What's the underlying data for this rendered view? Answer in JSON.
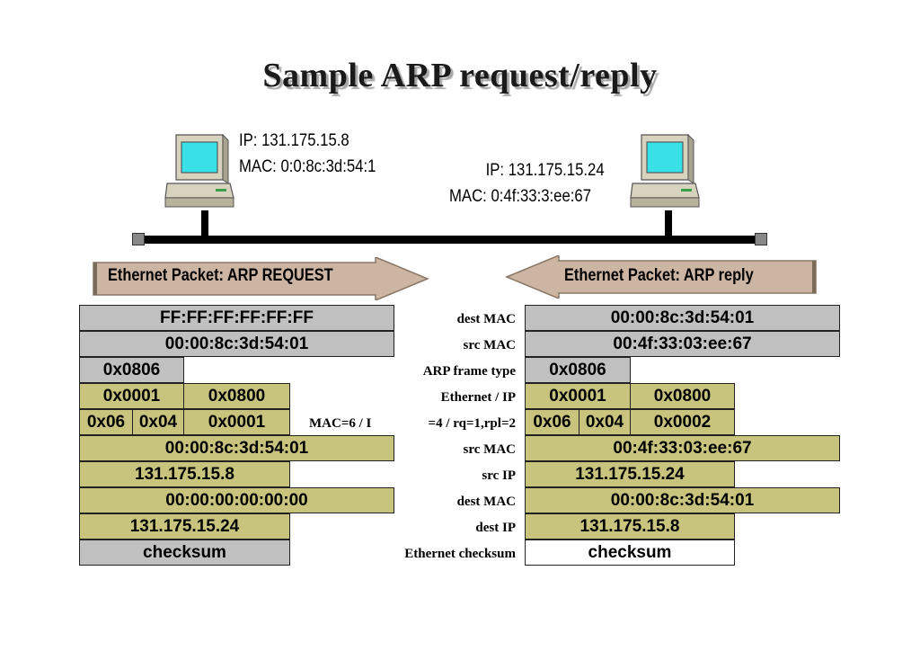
{
  "title": "Sample ARP request/reply",
  "host_left": {
    "ip": "IP: 131.175.15.8",
    "mac": "MAC:  0:0:8c:3d:54:1"
  },
  "host_right": {
    "ip": "IP: 131.175.15.24",
    "mac": "MAC:  0:4f:33:3:ee:67"
  },
  "banner_request": "Ethernet Packet: ARP REQUEST",
  "banner_reply": "Ethernet Packet: ARP reply",
  "request": {
    "dest_mac": "FF:FF:FF:FF:FF:FF",
    "src_mac": "00:00:8c:3d:54:01",
    "frame_type": "0x0806",
    "hw_type": "0x0001",
    "proto_type": "0x0800",
    "hw_len": "0x06",
    "proto_len": "0x04",
    "op": "0x0001",
    "arp_src_mac": "00:00:8c:3d:54:01",
    "src_ip": "131.175.15.8",
    "arp_dest_mac": "00:00:00:00:00:00",
    "dest_ip": "131.175.15.24",
    "checksum": "checksum"
  },
  "reply": {
    "dest_mac": "00:00:8c:3d:54:01",
    "src_mac": "00:4f:33:03:ee:67",
    "frame_type": "0x0806",
    "hw_type": "0x0001",
    "proto_type": "0x0800",
    "hw_len": "0x06",
    "proto_len": "0x04",
    "op": "0x0002",
    "arp_src_mac": "00:4f:33:03:ee:67",
    "src_ip": "131.175.15.24",
    "arp_dest_mac": "00:00:8c:3d:54:01",
    "dest_ip": "131.175.15.8",
    "checksum": "checksum"
  },
  "labels": {
    "dest_mac": "dest MAC",
    "src_mac": "src MAC",
    "frame_type": "ARP frame type",
    "eth_ip": "Ethernet / IP",
    "len_op_left": "MAC=6 / I",
    "len_op_right": "=4 / rq=1,rpl=2",
    "arp_src_mac": "src MAC",
    "src_ip": "src IP",
    "arp_dest_mac": "dest MAC",
    "dest_ip": "dest IP",
    "checksum": "Ethernet checksum"
  },
  "colors": {
    "header_fill": "#c0c0c0",
    "arp_fill": "#c8c47e",
    "banner_fill": "#ccb5a3"
  },
  "icons": [
    "desktop-computer-icon",
    "desktop-computer-icon"
  ]
}
